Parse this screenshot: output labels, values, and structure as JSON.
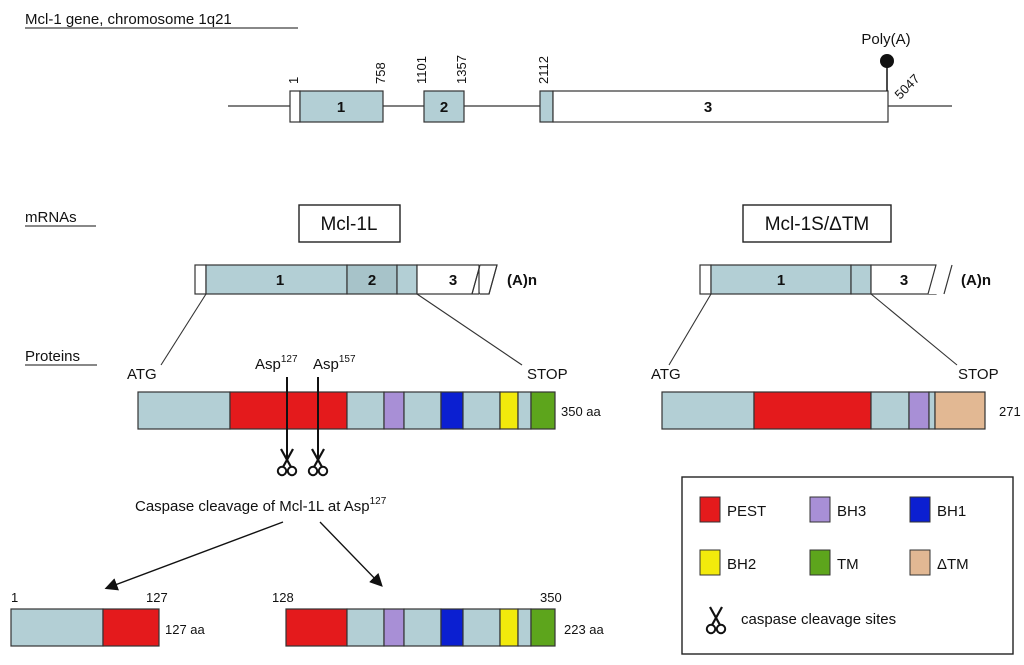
{
  "gene": {
    "heading": "Mcl-1 gene, chromosome 1q21",
    "positions": [
      "1",
      "758",
      "1101",
      "1357",
      "2112",
      "5047"
    ],
    "exons": [
      "1",
      "2",
      "3"
    ],
    "polya": "Poly(A)"
  },
  "mrnas": {
    "heading": "mRNAs",
    "long_title": "Mcl-1L",
    "short_title": "Mcl-1S/ΔTM",
    "long_exons": [
      "1",
      "2",
      "3"
    ],
    "short_exons": [
      "1",
      "3"
    ],
    "tail": "(A)n"
  },
  "proteins": {
    "heading": "Proteins",
    "atg": "ATG",
    "stop": "STOP",
    "asp_a": "Asp",
    "asp_a_sup": "127",
    "asp_b": "Asp",
    "asp_b_sup": "157",
    "long_len": "350 aa",
    "short_len": "271"
  },
  "cleavage": {
    "caption": "Caspase cleavage of Mcl-1L at Asp",
    "caption_sup": "127",
    "frag1_start": "1",
    "frag1_end": "127",
    "frag1_len": "127 aa",
    "frag2_start": "128",
    "frag2_end": "350",
    "frag2_len": "223 aa"
  },
  "legend": {
    "items": [
      {
        "label": "PEST",
        "color": "#e41a1c"
      },
      {
        "label": "BH3",
        "color": "#a88fd6"
      },
      {
        "label": "BH1",
        "color": "#0b1fd1"
      },
      {
        "label": "BH2",
        "color": "#f2ea0c"
      },
      {
        "label": "TM",
        "color": "#5da51c"
      },
      {
        "label": "ΔTM",
        "color": "#e2b893"
      }
    ],
    "scissors_label": "caspase cleavage sites"
  },
  "colors": {
    "base": "#b3cfd5",
    "line": "#333333"
  }
}
